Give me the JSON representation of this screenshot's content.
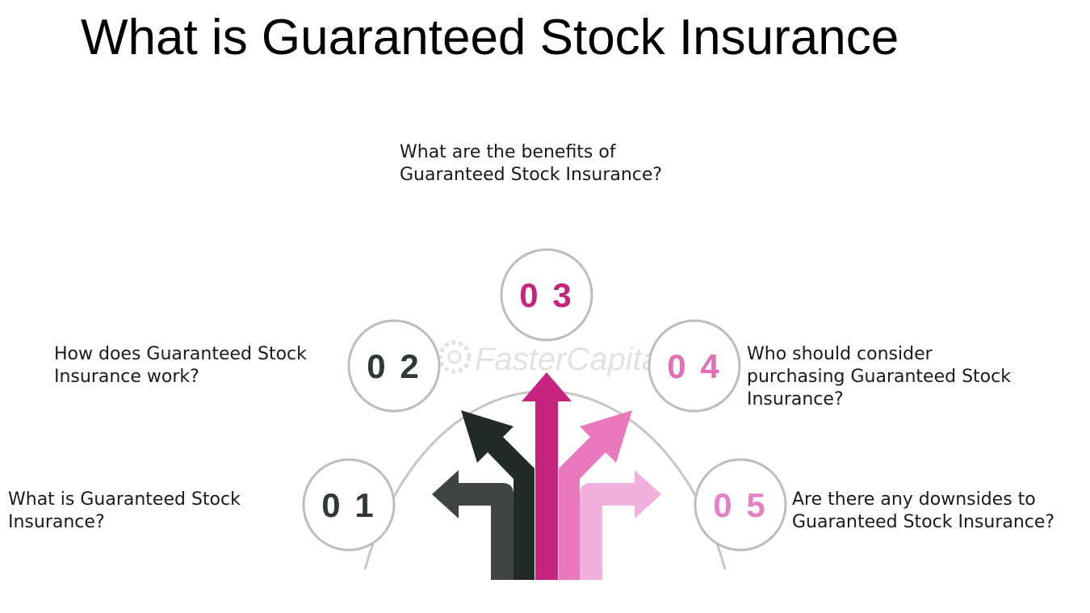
{
  "title": "What is Guaranteed Stock Insurance",
  "watermark": "FasterCapital",
  "colors": {
    "circle_stroke": "#bdbdbd",
    "arc_stroke": "#c6c6c6",
    "num_dark": "#2f3a34",
    "num_magenta": "#c7237e",
    "num_pink": "#e36fb4",
    "num_light_pink": "#e77fc3",
    "arrow_gray": "#3e4540",
    "arrow_dark": "#222a25",
    "arrow_magenta": "#c72380",
    "arrow_pink": "#ea78bd",
    "arrow_light_pink": "#f2b0de"
  },
  "steps": [
    {
      "number": "0 1",
      "lines": [
        "What is Guaranteed Stock",
        "Insurance?"
      ]
    },
    {
      "number": "0 2",
      "lines": [
        "How does Guaranteed Stock",
        "Insurance work?"
      ]
    },
    {
      "number": "0 3",
      "lines": [
        "What are the benefits of",
        "Guaranteed Stock Insurance?"
      ]
    },
    {
      "number": "0 4",
      "lines": [
        "Who should consider",
        "purchasing Guaranteed Stock",
        "Insurance?"
      ]
    },
    {
      "number": "0 5",
      "lines": [
        "Are there any downsides to",
        "Guaranteed Stock Insurance?"
      ]
    }
  ]
}
